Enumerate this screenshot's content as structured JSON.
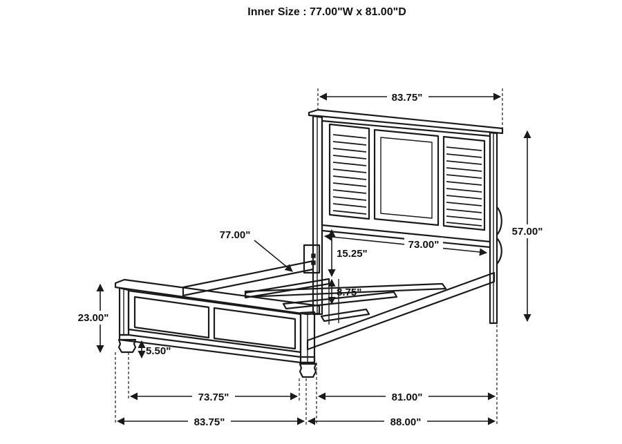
{
  "title": "Inner Size : 77.00\"W x 81.00\"D",
  "dimensions": {
    "headboard_width": "83.75\"",
    "headboard_height": "57.00\"",
    "headboard_inner_width": "73.00\"",
    "headboard_panel_height": "15.25\"",
    "inner_width": "77.00\"",
    "rail_height": "8.75\"",
    "footboard_height": "23.00\"",
    "leg_height": "5.50\"",
    "footboard_inner_width": "73.75\"",
    "inner_length": "81.00\"",
    "overall_width": "83.75\"",
    "overall_length": "88.00\""
  },
  "colors": {
    "line": "#1a1a1a",
    "background": "#ffffff"
  }
}
